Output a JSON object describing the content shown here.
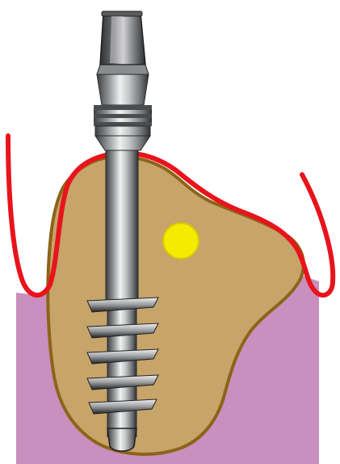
{
  "diagram": {
    "colors": {
      "background": "#ffffff",
      "soft_tissue": "#c98fbe",
      "bone_fill": "#c7a46a",
      "bone_outline": "#8c6418",
      "gingival_line": "#e8141c",
      "nerve_marker": "#f5ea00",
      "nerve_marker_outline": "#d8c800",
      "implant_metal": "#a9abad",
      "implant_highlight": "#eceded",
      "implant_shadow": "#3c3e40",
      "thread_dark": "#2a2b2d"
    },
    "elements": [
      {
        "name": "soft-tissue",
        "kind": "region"
      },
      {
        "name": "alveolar-bone",
        "kind": "region"
      },
      {
        "name": "gingival-contour",
        "kind": "line"
      },
      {
        "name": "nerve-marker",
        "kind": "dot"
      },
      {
        "name": "implant",
        "kind": "object",
        "parts": [
          "abutment-head",
          "collar",
          "shaft",
          "threaded-tip"
        ]
      }
    ]
  }
}
